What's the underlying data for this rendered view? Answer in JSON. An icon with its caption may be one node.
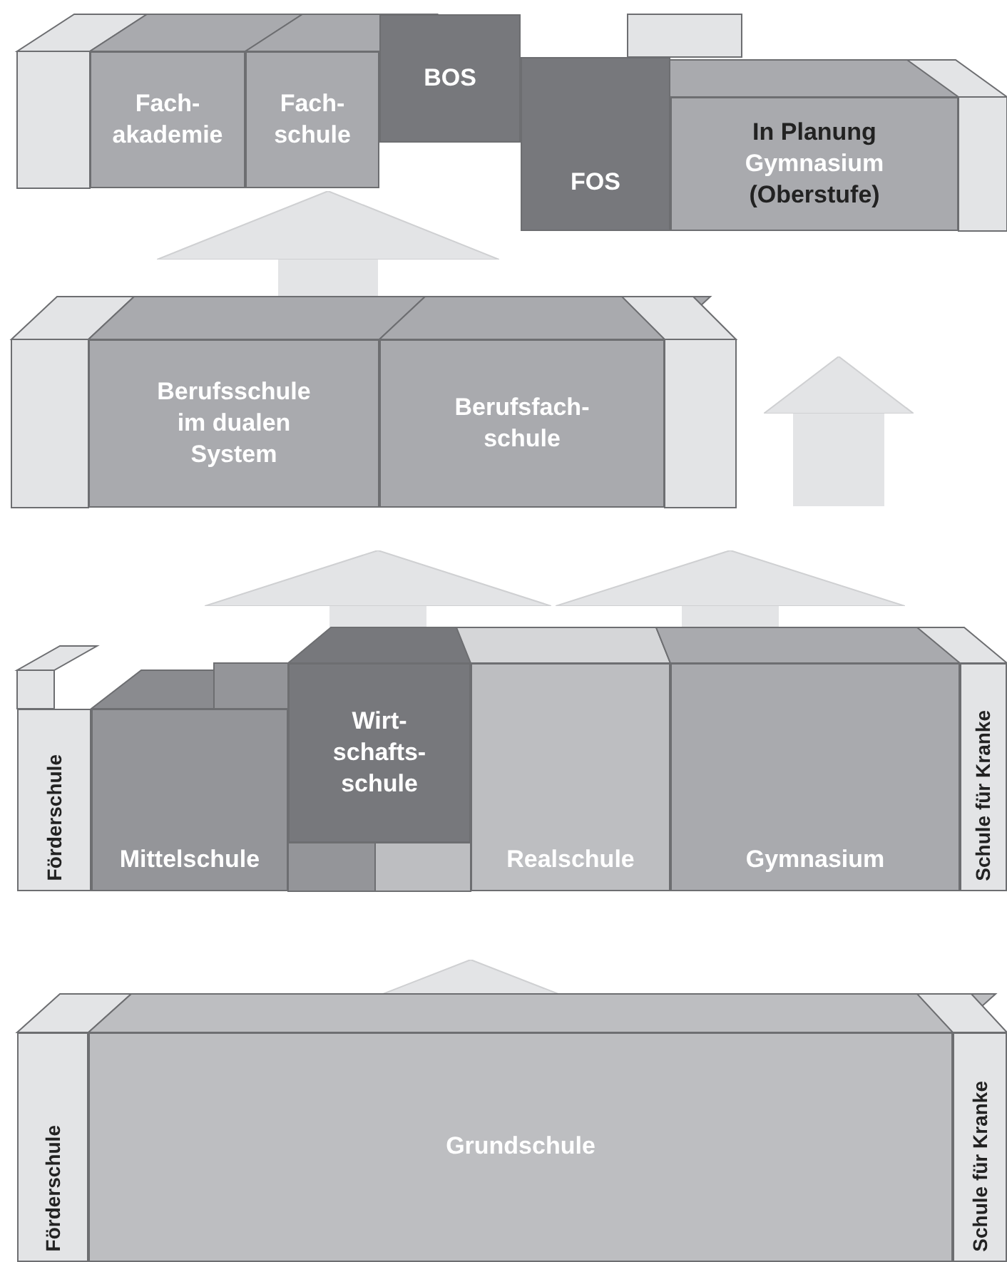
{
  "diagram": {
    "nodes": [
      {
        "text": [
          "Fach- akademie"
        ]
      },
      {
        "text": [
          "Fach- schule"
        ]
      },
      {
        "text": [
          "BOS"
        ]
      },
      {
        "text": [
          "FOS"
        ]
      },
      {
        "text": [
          "In Planung",
          "Gymnasium",
          "(Oberstufe)"
        ]
      },
      {
        "text": [
          "Berufsschule im dualen System"
        ]
      },
      {
        "text": [
          "Berufsfach- schule"
        ]
      },
      {
        "text": [
          "Förderschule"
        ]
      },
      {
        "text": [
          "Mittelschule"
        ]
      },
      {
        "text": [
          "Wirt- schafts- schule"
        ]
      },
      {
        "text": [
          "Realschule"
        ]
      },
      {
        "text": [
          "Gymnasium"
        ]
      },
      {
        "text": [
          "Schule für Kranke"
        ]
      },
      {
        "text": [
          "Förderschule"
        ]
      },
      {
        "text": [
          "Grundschule"
        ]
      },
      {
        "text": [
          "Schule für Kranke"
        ]
      }
    ],
    "edges": [
      {
        "from": 14,
        "to": 10,
        "arrow": "to"
      },
      {
        "from": 9,
        "to": 5,
        "arrow": "to"
      },
      {
        "from": 11,
        "to": 6,
        "arrow": "to"
      },
      {
        "from": null,
        "to": 4,
        "arrow": "to"
      },
      {
        "from": 5,
        "to": 1,
        "arrow": "to"
      }
    ]
  }
}
